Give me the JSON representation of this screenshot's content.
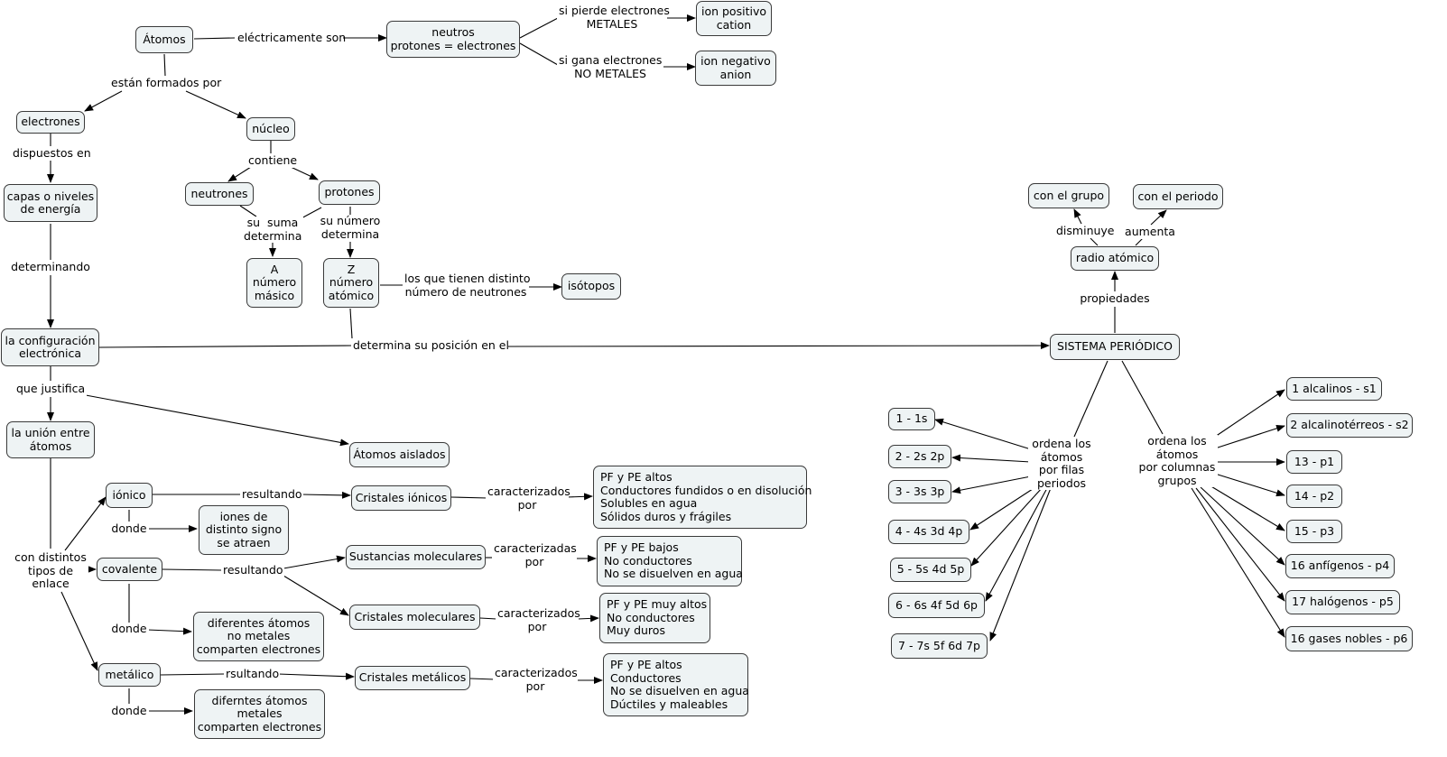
{
  "nodes": {
    "atomos": "Átomos",
    "neutros": "neutros\nprotones = electrones",
    "ion_positivo": "ion positivo\ncation",
    "ion_negativo": "ion negativo\nanion",
    "electrones": "electrones",
    "nucleo": "núcleo",
    "capas": "capas o niveles\nde energía",
    "neutrones": "neutrones",
    "protones": "protones",
    "a_masico": "A\nnúmero\nmásico",
    "z_atomico": "Z\nnúmero\natómico",
    "isotopos": "isótopos",
    "configuracion": "la configuración\nelectrónica",
    "union": "la unión entre\nátomos",
    "aislados": "Átomos aislados",
    "ionico": "iónico",
    "iones_signo": "iones de\ndistinto signo\nse atraen",
    "cristales_ionicos": "Cristales iónicos",
    "pf_ionicos": "PF y PE altos\nConductores fundidos o en disolución\nSolubles en agua\nSólidos duros y frágiles",
    "covalente": "covalente",
    "sustancias_moleculares": "Sustancias moleculares",
    "pf_sustancias": "PF y PE bajos\nNo conductores\nNo se disuelven en agua",
    "cristales_moleculares": "Cristales moleculares",
    "pf_cristales_mol": "PF y PE muy altos\nNo conductores\nMuy duros",
    "diferentes_covalente": "diferentes átomos\nno metales\ncomparten electrones",
    "metalico": "metálico",
    "cristales_metalicos": "Cristales metálicos",
    "pf_metalicos": "PF y PE altos\nConductores\nNo se disuelven en agua\nDúctiles y maleables",
    "diferentes_metalico": "diferntes átomos\nmetales\ncomparten electrones",
    "sistema": "SISTEMA PERIÓDICO",
    "radio": "radio atómico",
    "con_grupo": "con el grupo",
    "con_periodo": "con el periodo",
    "p1": "1 - 1s",
    "p2": "2 - 2s 2p",
    "p3": "3 - 3s 3p",
    "p4": "4 - 4s 3d 4p",
    "p5": "5 - 5s 4d 5p",
    "p6": "6 - 6s 4f 5d 6p",
    "p7": "7 - 7s 5f 6d 7p",
    "g1": "1 alcalinos - s1",
    "g2": "2 alcalinotérreos - s2",
    "g13": "13 - p1",
    "g14": "14 - p2",
    "g15": "15 - p3",
    "g16": "16 anfígenos - p4",
    "g17": "17 halógenos - p5",
    "g18": "16 gases nobles - p6"
  },
  "labels": {
    "electricamente": "eléctricamente son",
    "pierde": "si pierde electrones\nMETALES",
    "gana": "si gana electrones\nNO METALES",
    "formados": "están formados por",
    "dispuestos": "dispuestos en",
    "contiene": "contiene",
    "suma": "su  suma\ndetermina",
    "su_numero": "su número\ndetermina",
    "distinto_neutrones": "los que tienen distinto\nnúmero de neutrones",
    "determinando": "determinando",
    "determina_posicion": "determina su posición en el",
    "justifica": "que justifica",
    "tipos_enlace": "con distintos\ntipos de\nenlace",
    "donde_ionico": "donde",
    "resultando_ionico": "resultando",
    "caract_ionicos": "caracterizados\npor",
    "resultando_cov": "resultando",
    "caract_sustancias": "caracterizadas\npor",
    "caract_cristales_mol": "caracterizados\npor",
    "donde_cov": "donde",
    "rsultando_met": "rsultando",
    "caract_metalicos": "caracterizados\npor",
    "donde_met": "donde",
    "propiedades": "propiedades",
    "disminuye": "disminuye",
    "aumenta": "aumenta",
    "filas": "ordena los\nátomos\npor filas\nperiodos",
    "columnas": "ordena los\nátomos\npor columnas\ngrupos"
  },
  "colors": {
    "node_fill": "#eef3f4",
    "node_border": "#3a3a3a",
    "line": "#000000"
  }
}
